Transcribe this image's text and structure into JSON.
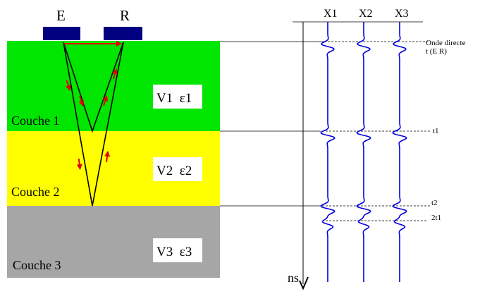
{
  "transducers": {
    "emitter_label": "E",
    "receiver_label": "R",
    "color": "#000080"
  },
  "layers": [
    {
      "name": "Couche 1",
      "props": "V1  ε1",
      "color": "#00e600"
    },
    {
      "name": "Couche 2",
      "props": "V2  ε2",
      "color": "#ffff00"
    },
    {
      "name": "Couche 3",
      "props": "V3  ε3",
      "color": "#a6a6a6"
    }
  ],
  "traces": {
    "labels": [
      "X1",
      "X2",
      "X3"
    ],
    "color": "#0000dd"
  },
  "events": {
    "direct_wave": "Onde directe",
    "direct_time": "t (E R)",
    "t1": "t1",
    "t2": "t2",
    "t2t1": "2t1"
  },
  "time_axis_label": "ns",
  "ray_colors": {
    "path": "#000000",
    "arrow": "#e00000"
  }
}
